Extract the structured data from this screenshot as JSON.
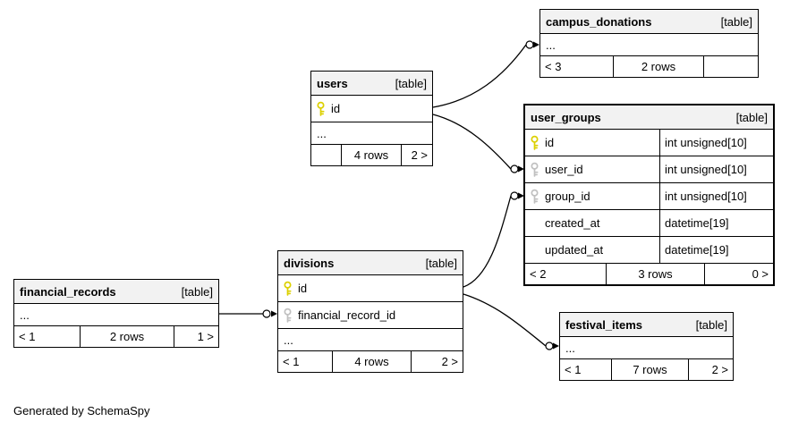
{
  "page": {
    "generated_note": "Generated by SchemaSpy"
  },
  "colors": {
    "header_bg": "#f2f2f2",
    "border": "#000000",
    "primary_key": "#dcd000",
    "foreign_key": "#c0c0c0",
    "edge": "#000000"
  },
  "tables": {
    "campus_donations": {
      "name": "campus_donations",
      "tag": "[table]",
      "ellipsis": "...",
      "footer": {
        "left": "< 3",
        "center": "2 rows",
        "right": ""
      }
    },
    "users": {
      "name": "users",
      "tag": "[table]",
      "columns": [
        {
          "label": "id",
          "key": "primary"
        }
      ],
      "ellipsis": "...",
      "footer": {
        "left": "",
        "center": "4 rows",
        "right": "2 >"
      }
    },
    "user_groups": {
      "name": "user_groups",
      "tag": "[table]",
      "columns": [
        {
          "label": "id",
          "type": "int unsigned[10]",
          "key": "primary"
        },
        {
          "label": "user_id",
          "type": "int unsigned[10]",
          "key": "foreign"
        },
        {
          "label": "group_id",
          "type": "int unsigned[10]",
          "key": "foreign"
        },
        {
          "label": "created_at",
          "type": "datetime[19]",
          "key": ""
        },
        {
          "label": "updated_at",
          "type": "datetime[19]",
          "key": ""
        }
      ],
      "footer": {
        "left": "< 2",
        "center": "3 rows",
        "right": "0 >"
      }
    },
    "divisions": {
      "name": "divisions",
      "tag": "[table]",
      "columns": [
        {
          "label": "id",
          "key": "primary"
        },
        {
          "label": "financial_record_id",
          "key": "foreign"
        }
      ],
      "ellipsis": "...",
      "footer": {
        "left": "< 1",
        "center": "4 rows",
        "right": "2 >"
      }
    },
    "financial_records": {
      "name": "financial_records",
      "tag": "[table]",
      "ellipsis": "...",
      "footer": {
        "left": "< 1",
        "center": "2 rows",
        "right": "1 >"
      }
    },
    "festival_items": {
      "name": "festival_items",
      "tag": "[table]",
      "ellipsis": "...",
      "footer": {
        "left": "< 1",
        "center": "7 rows",
        "right": "2 >"
      }
    }
  },
  "relationships": [
    {
      "from": "users.id",
      "to": "campus_donations"
    },
    {
      "from": "users.id",
      "to": "user_groups.user_id"
    },
    {
      "from": "divisions.id",
      "to": "user_groups.group_id"
    },
    {
      "from": "financial_records",
      "to": "divisions.financial_record_id"
    },
    {
      "from": "divisions.id",
      "to": "festival_items"
    }
  ]
}
